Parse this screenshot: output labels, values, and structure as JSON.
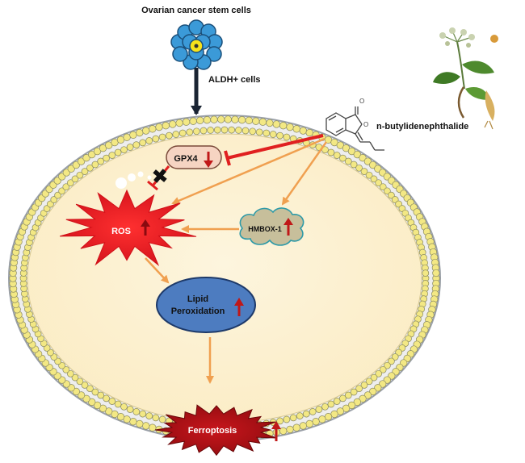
{
  "labels": {
    "stem_cells": "Ovarian cancer stem cells",
    "aldh": "ALDH+ cells",
    "compound": "n-butylidenephthalide",
    "gpx4": "GPX4",
    "ros": "ROS",
    "hmbox": "HMBOX-1",
    "lipid_line1": "Lipid",
    "lipid_line2": "Peroxidation",
    "ferroptosis": "Ferroptosis"
  },
  "colors": {
    "cytoplasm": "#fcf0cf",
    "bilayer_head": "#f3e884",
    "promote_arrow": "#f0a050",
    "inhibit_line": "#e02020",
    "up_arrow": "#c01818",
    "gpx4_fill": "#f6d4c2",
    "ros_fill": "#e8141c",
    "hmbox_fill": "#c7bf9b",
    "lipid_fill": "#4d7cc0",
    "ferroptosis_fill": "#b30f14",
    "stem_cell_fill": "#3b9ad8"
  },
  "icons": [
    "up-arrow-icon",
    "inhibition-cross-icon",
    "plant-illustration",
    "molecule-structure"
  ]
}
